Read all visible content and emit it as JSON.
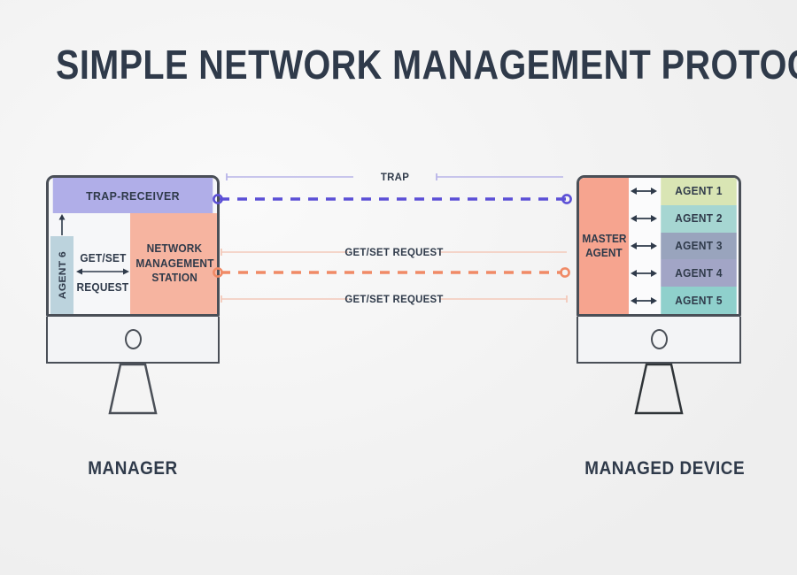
{
  "page": {
    "title": "SIMPLE NETWORK MANAGEMENT PROTOCOL",
    "background_color": "#f2f2f2",
    "title_color": "#2f3a4a"
  },
  "manager": {
    "label": "MANAGER",
    "screen": {
      "trap_receiver": {
        "label": "TRAP-RECEIVER",
        "color": "#b0aee8"
      },
      "agent6": {
        "label": "AGENT 6",
        "color": "#bcd3dd"
      },
      "getset": {
        "line1": "GET/SET",
        "line2": "REQUEST"
      },
      "nms": {
        "line1": "NETWORK",
        "line2": "MANAGEMENT",
        "line3": "STATION",
        "color": "#f6b4a0"
      }
    }
  },
  "managed_device": {
    "label": "MANAGED DEVICE",
    "screen": {
      "master_agent": {
        "line1": "MASTER",
        "line2": "AGENT",
        "color": "#f6a48f"
      },
      "agents": [
        {
          "label": "AGENT 1",
          "color": "#d9e5b4"
        },
        {
          "label": "AGENT 2",
          "color": "#a6d6d2"
        },
        {
          "label": "AGENT 3",
          "color": "#99a4bd"
        },
        {
          "label": "AGENT 4",
          "color": "#a2a5c6"
        },
        {
          "label": "AGENT 5",
          "color": "#8fd0cc"
        }
      ]
    }
  },
  "links": {
    "trap": {
      "label": "TRAP",
      "color": "#5b4fd6",
      "guide_color": "#b8b4e8",
      "style": "dashed"
    },
    "getset_top": {
      "label": "GET/SET REQUEST",
      "color": "#f08a66",
      "guide_color": "#f3c9ba",
      "style": "dashed"
    },
    "getset_bottom": {
      "label": "GET/SET REQUEST",
      "color": "#f08a66",
      "guide_color": "#f3c9ba",
      "style": "guide"
    }
  }
}
